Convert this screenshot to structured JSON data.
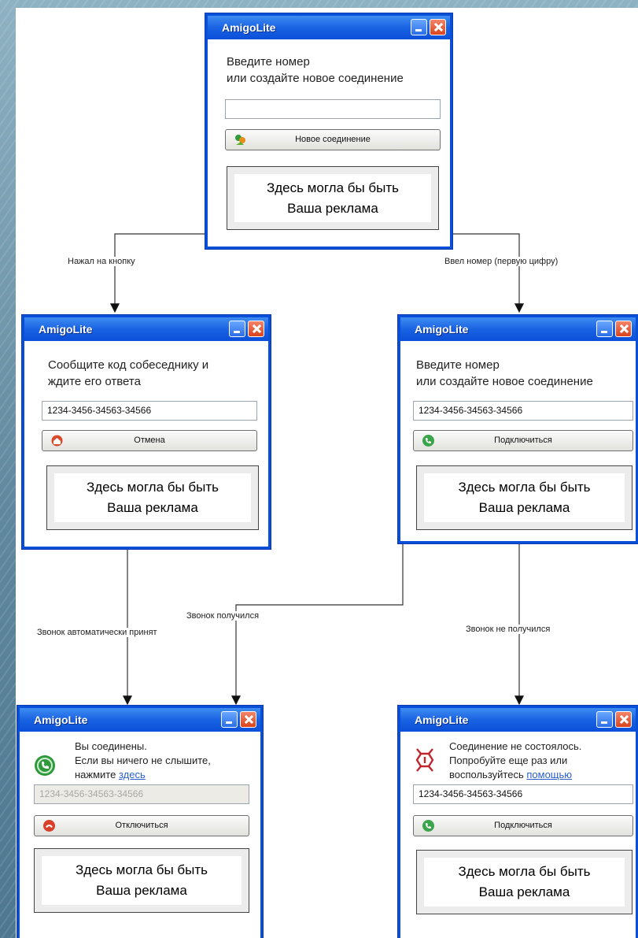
{
  "window_title": "AmigoLite",
  "ad_text": {
    "line1": "Здесь могла бы быть",
    "line2": "Ваша реклама"
  },
  "windows": {
    "top": {
      "message_line1": "Введите номер",
      "message_line2": "или создайте новое соединение",
      "input_value": "",
      "button_label": "Новое соединение"
    },
    "left_mid": {
      "message_line1": "Сообщите код собеседнику и",
      "message_line2": "ждите его ответа",
      "input_value": "1234-3456-34563-34566",
      "button_label": "Отмена"
    },
    "right_mid": {
      "message_line1": "Введите номер",
      "message_line2": "или создайте новое соединение",
      "input_value": "1234-3456-34563-34566",
      "button_label": "Подключиться"
    },
    "left_bottom": {
      "message_line1": "Вы соединены.",
      "message_line2": "Если вы ничего не слышите,",
      "message_line3_prefix": "нажмите",
      "message_link": "здесь",
      "input_value": "1234-3456-34563-34566",
      "button_label": "Отключиться"
    },
    "right_bottom": {
      "message_line1": "Соединение не состоялось.",
      "message_line2": "Попробуйте еще раз или",
      "message_line3_prefix": "воспользуйтесь",
      "message_link": "помощью",
      "input_value": "1234-3456-34563-34566",
      "button_label": "Подключиться"
    }
  },
  "edges": {
    "pressed_button": "Нажал на кнопку",
    "entered_number": "Ввел номер (первую цифру)",
    "auto_accepted": "Звонок автоматически принят",
    "call_succeeded": "Звонок получился",
    "call_failed": "Звонок не получился"
  },
  "colors": {
    "window_border": "#0a4fd8",
    "title_bar": "#1a63e3",
    "close_button": "#d9441d",
    "link": "#2a5fd0"
  },
  "icons": {
    "new_connection": "new-connection-icon",
    "cancel": "cancel-call-icon",
    "connect": "connect-phone-icon",
    "connected": "connected-icon",
    "disconnect": "disconnect-icon",
    "failed": "connection-failed-icon"
  }
}
